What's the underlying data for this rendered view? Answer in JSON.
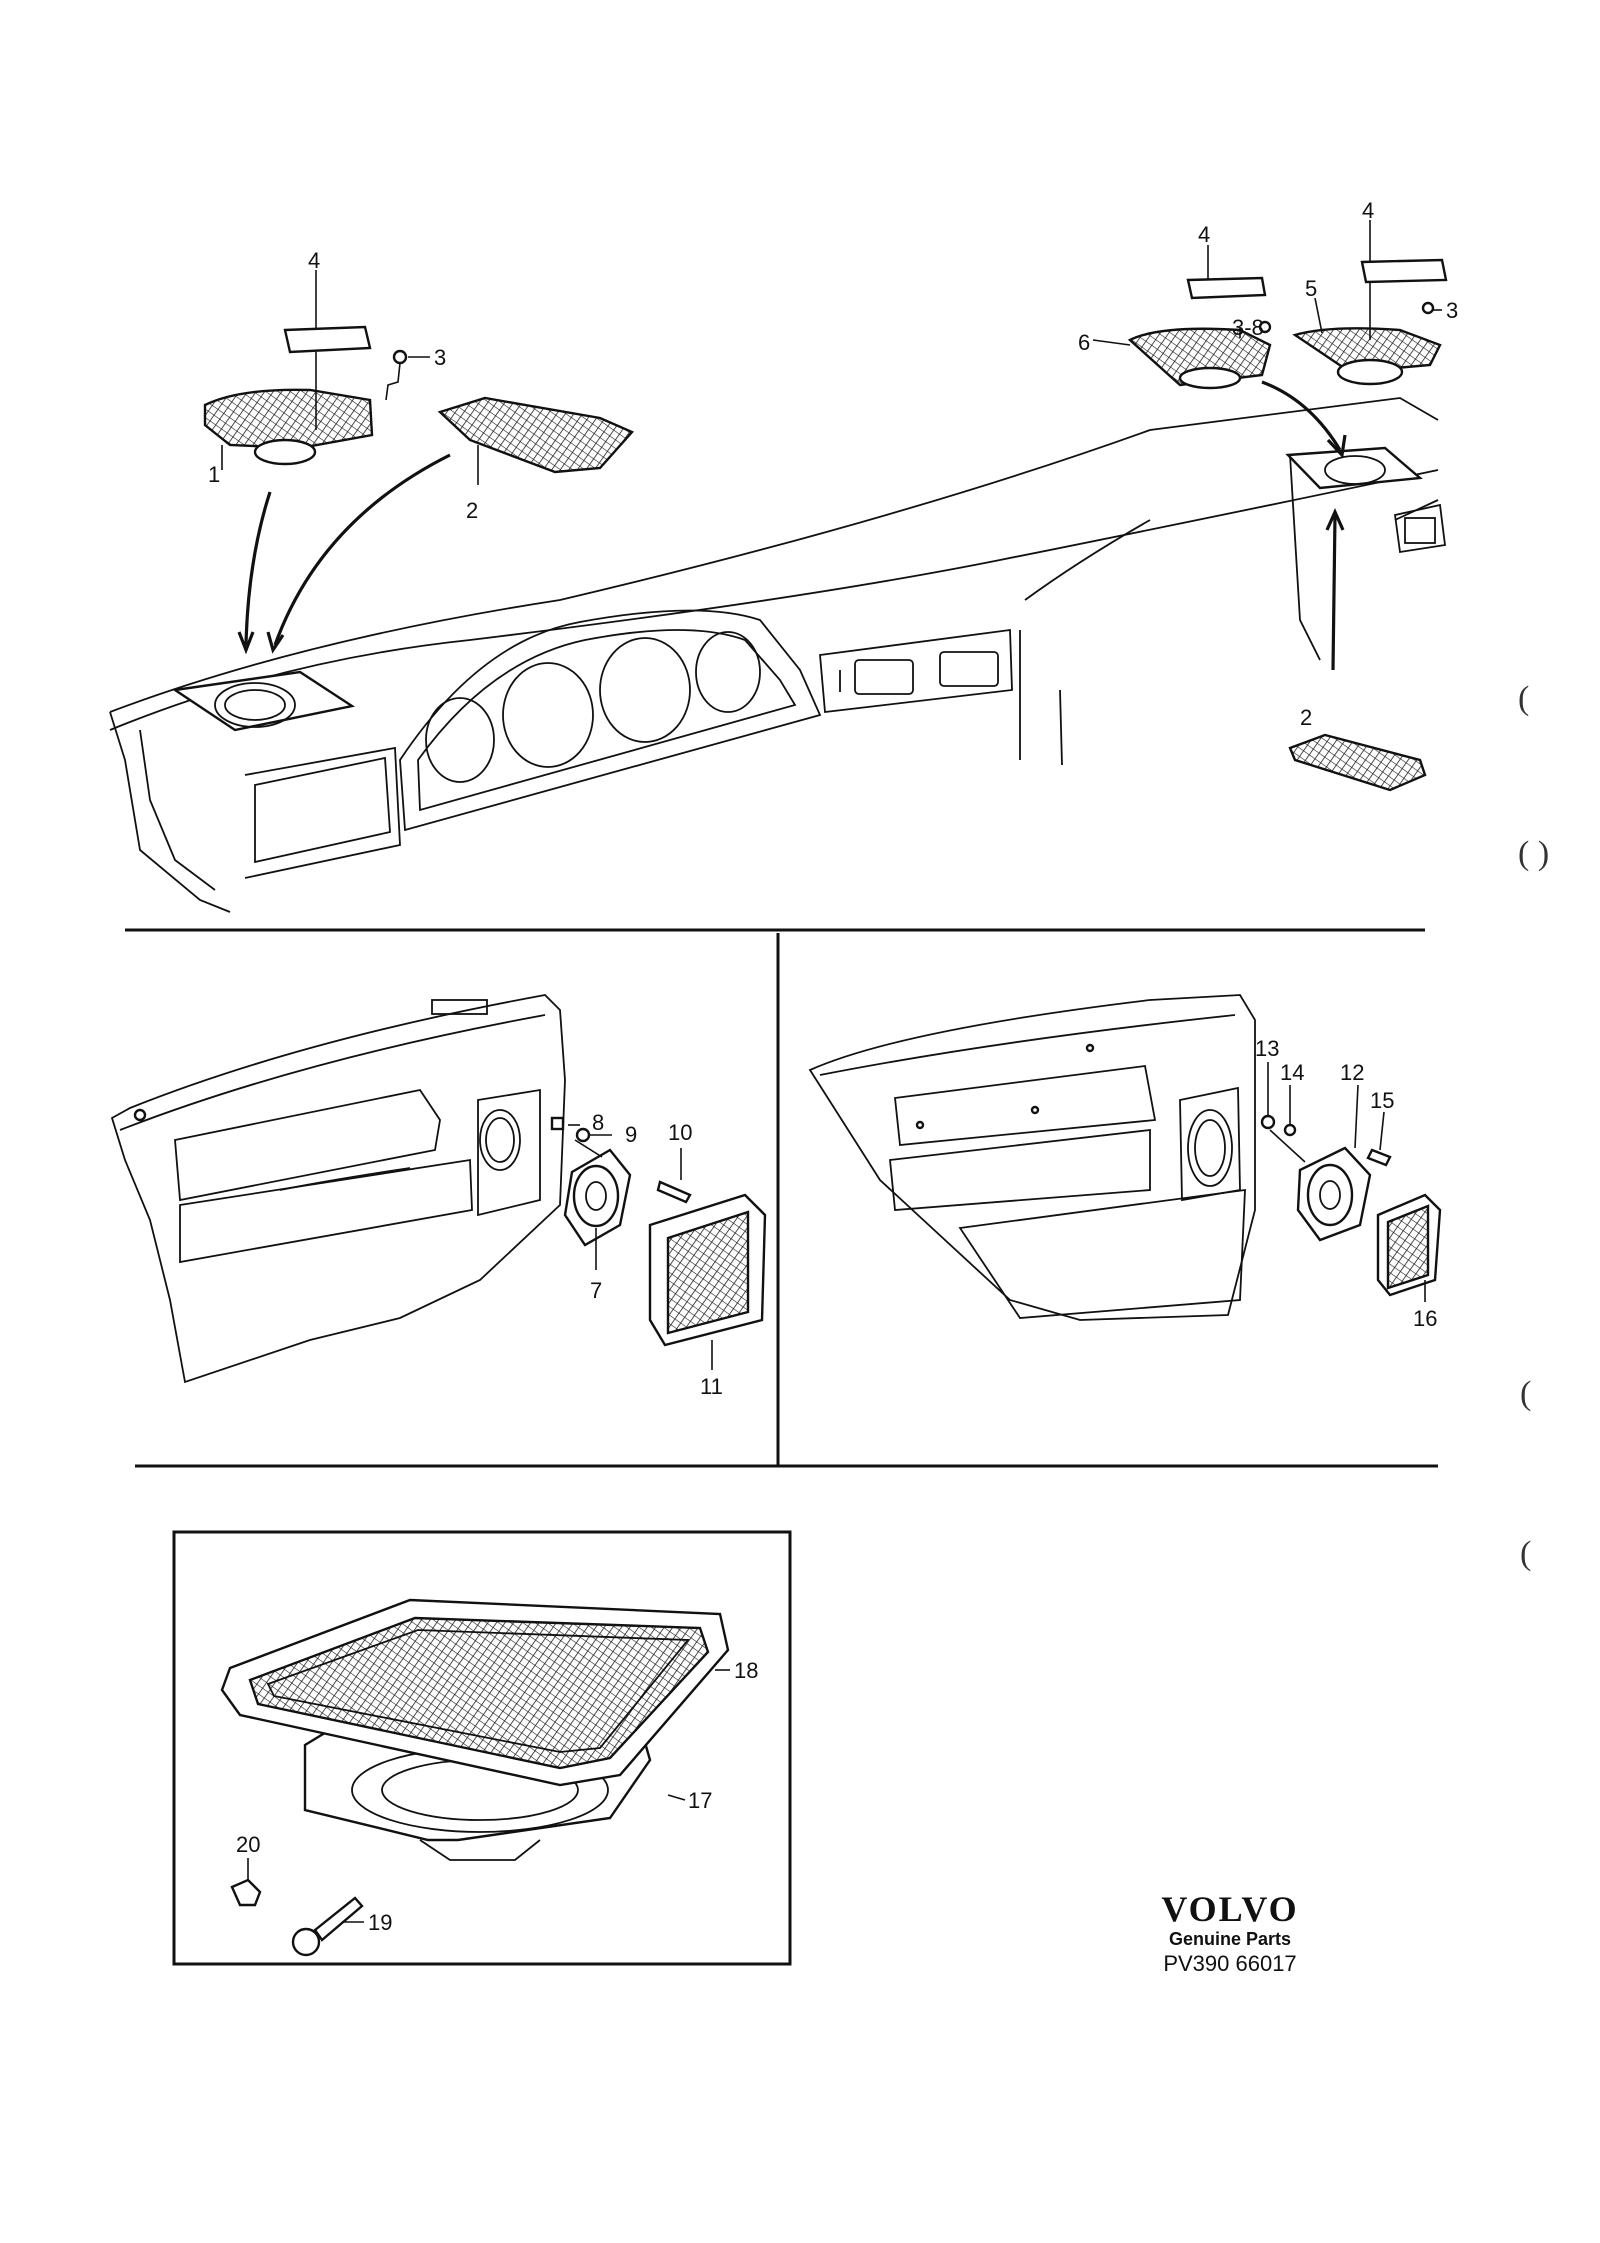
{
  "callouts": {
    "c1": "1",
    "c2a": "2",
    "c2b": "2",
    "c3a": "3",
    "c3b": "3",
    "c3c": "3-8",
    "c4a": "4",
    "c4b": "4",
    "c4c": "4",
    "c5": "5",
    "c6": "6",
    "c7": "7",
    "c8": "8",
    "c9": "9",
    "c10": "10",
    "c11": "11",
    "c12": "12",
    "c13": "13",
    "c14": "14",
    "c15": "15",
    "c16": "16",
    "c17": "17",
    "c18": "18",
    "c19": "19",
    "c20": "20"
  },
  "brand": {
    "logo": "VOLVO",
    "subtitle": "Genuine Parts",
    "code": "PV390 66017"
  },
  "margin_marks": [
    "(",
    "( )",
    "(",
    "("
  ]
}
